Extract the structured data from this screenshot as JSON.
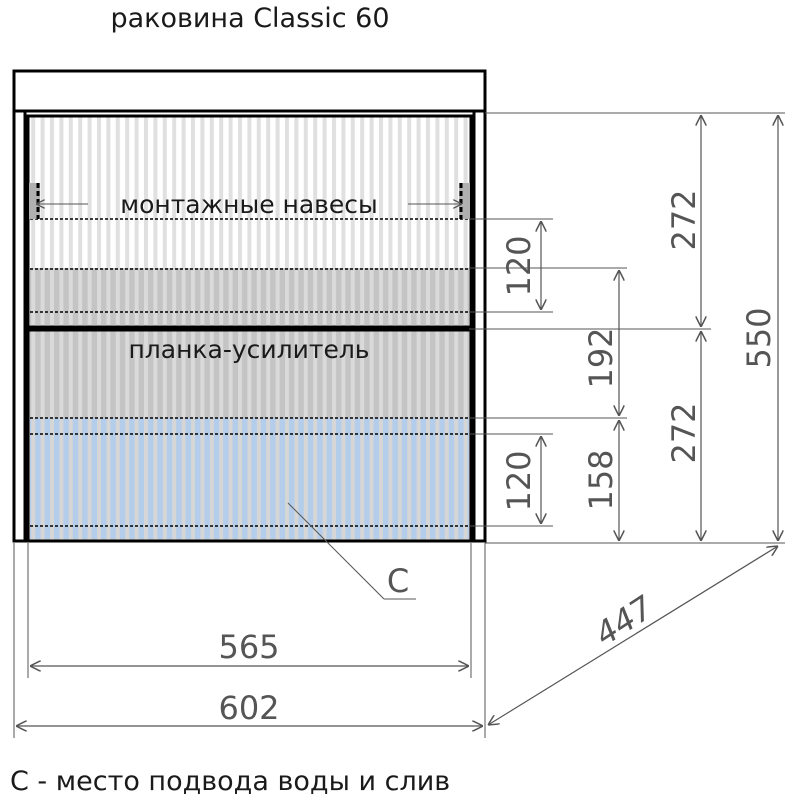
{
  "title": "раковина Classic 60",
  "labels": {
    "hinges": "монтажные навесы",
    "reinforcement_bar": "планка-усилитель",
    "connection_marker": "C"
  },
  "legend": "C - место подвода воды и слив",
  "dimensions": {
    "upper_drawer_height": "272",
    "lower_drawer_height": "272",
    "total_height": "550",
    "upper_hinge_zone": "120",
    "lower_zone": "120",
    "middle_offset": "192",
    "bottom_offset": "158",
    "inner_width": "565",
    "outer_width": "602",
    "depth": "447"
  },
  "colors": {
    "outline": "#000000",
    "dimension": "#555555",
    "stripe_light": "#e0e0e0",
    "stripe_gray": "#c4c4c4",
    "connection_zone": "#b3cdea"
  }
}
